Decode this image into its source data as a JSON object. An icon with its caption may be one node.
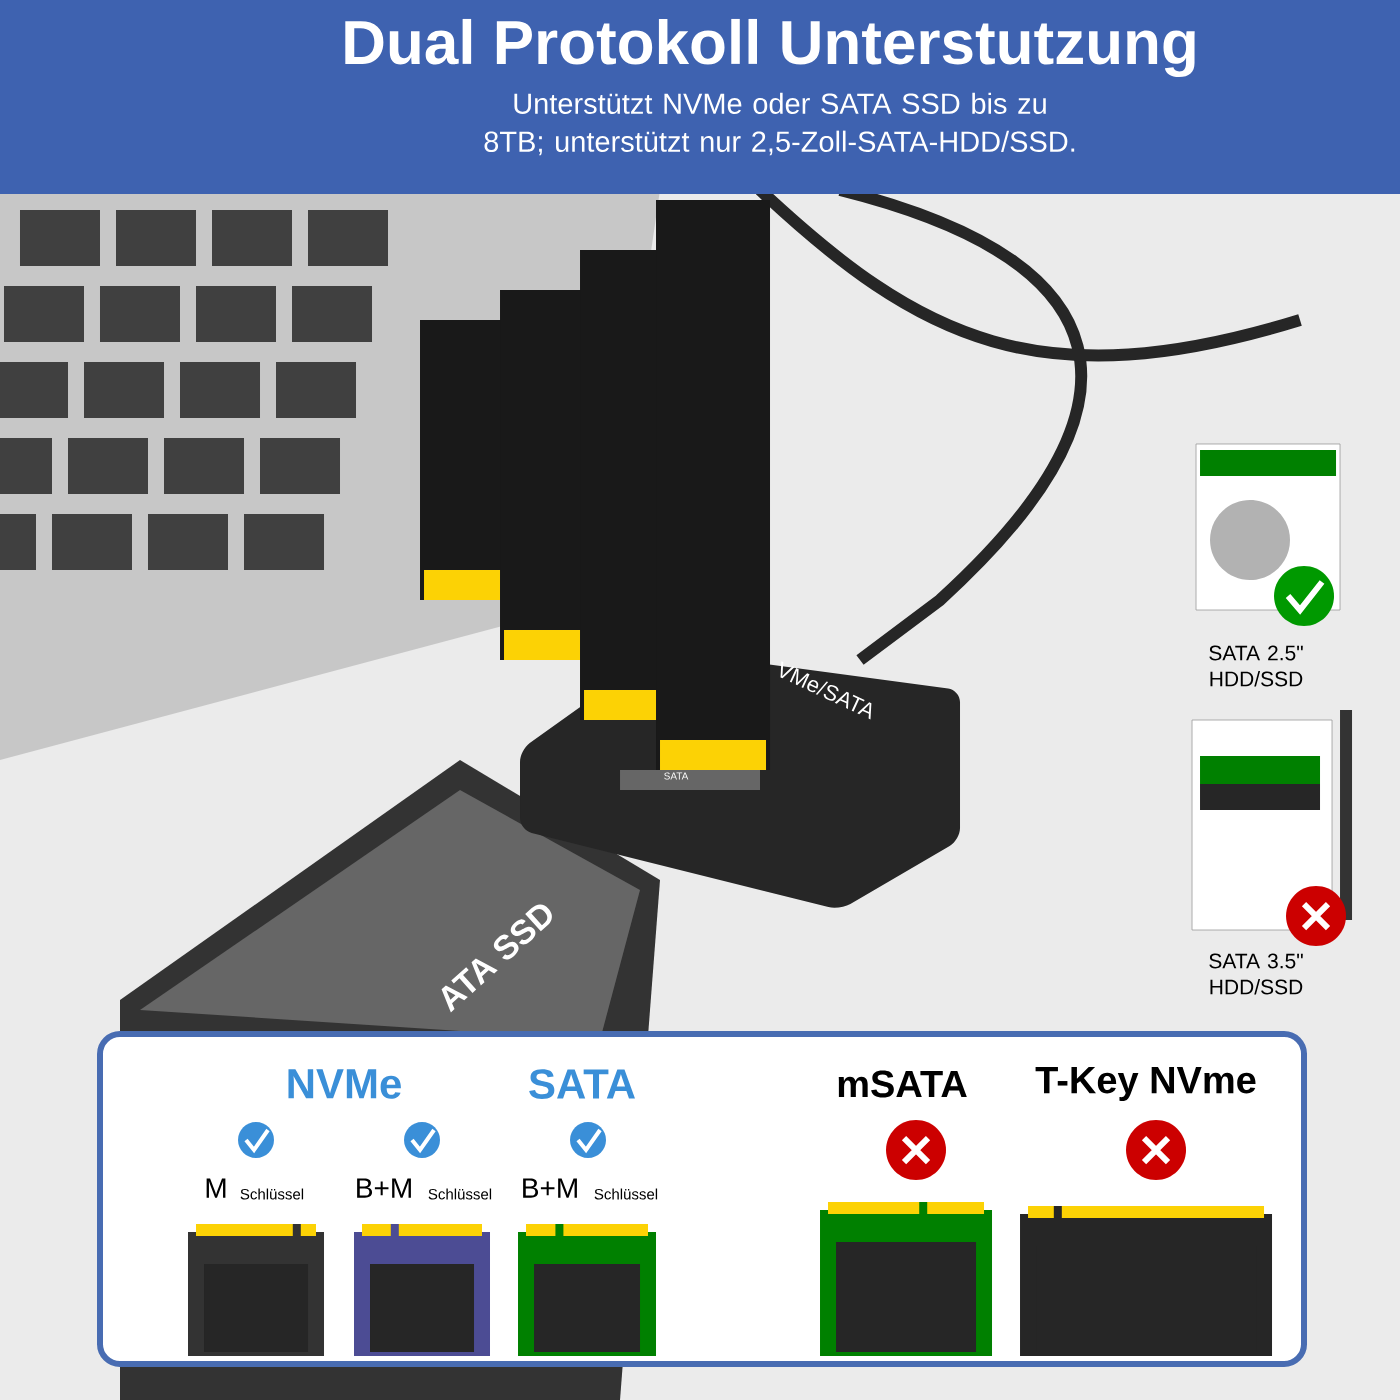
{
  "diagram": {
    "title": "Dual Protokoll Unterstutzung",
    "labels": [
      "Unterstützt NVMe oder SATA SSD bis zu 8TB; unterstützt nur 2,5-Zoll-SATA-HDD/SSD.",
      "VMe/SATA",
      "SATA",
      "ATA SSD",
      "SATA 2.5\" HDD/SSD",
      "SATA 3.5\" HDD/SSD",
      "NVMe",
      "SATA",
      "mSATA",
      "T-Key NVme",
      "M",
      "Schlüssel",
      "B+M",
      "Schlüssel",
      "B+M",
      "Schlüssel"
    ]
  }
}
